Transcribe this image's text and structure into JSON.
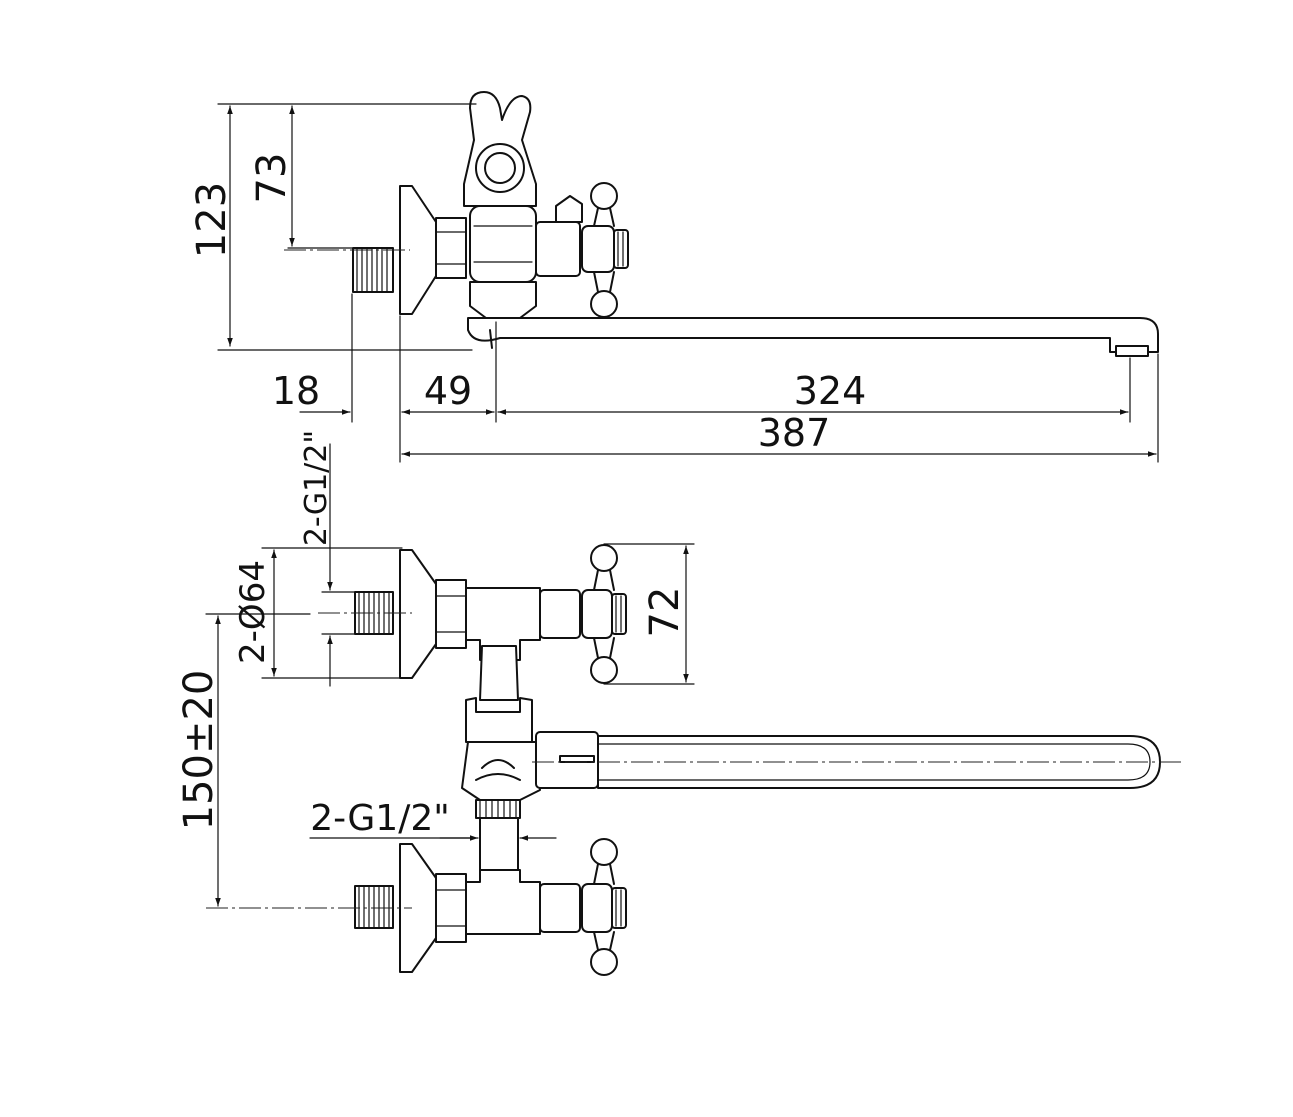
{
  "colors": {
    "ink": "#111111",
    "background": "#ffffff"
  },
  "dimensions": {
    "height_123": "123",
    "height_73": "73",
    "len_18": "18",
    "len_49": "49",
    "len_324": "324",
    "len_387": "387",
    "thread_vertical": "2-G1/2\"",
    "flange_dia": "2-Ø64",
    "valve_72": "72",
    "spacing": "150±20",
    "thread_horizontal": "2-G1/2\""
  }
}
